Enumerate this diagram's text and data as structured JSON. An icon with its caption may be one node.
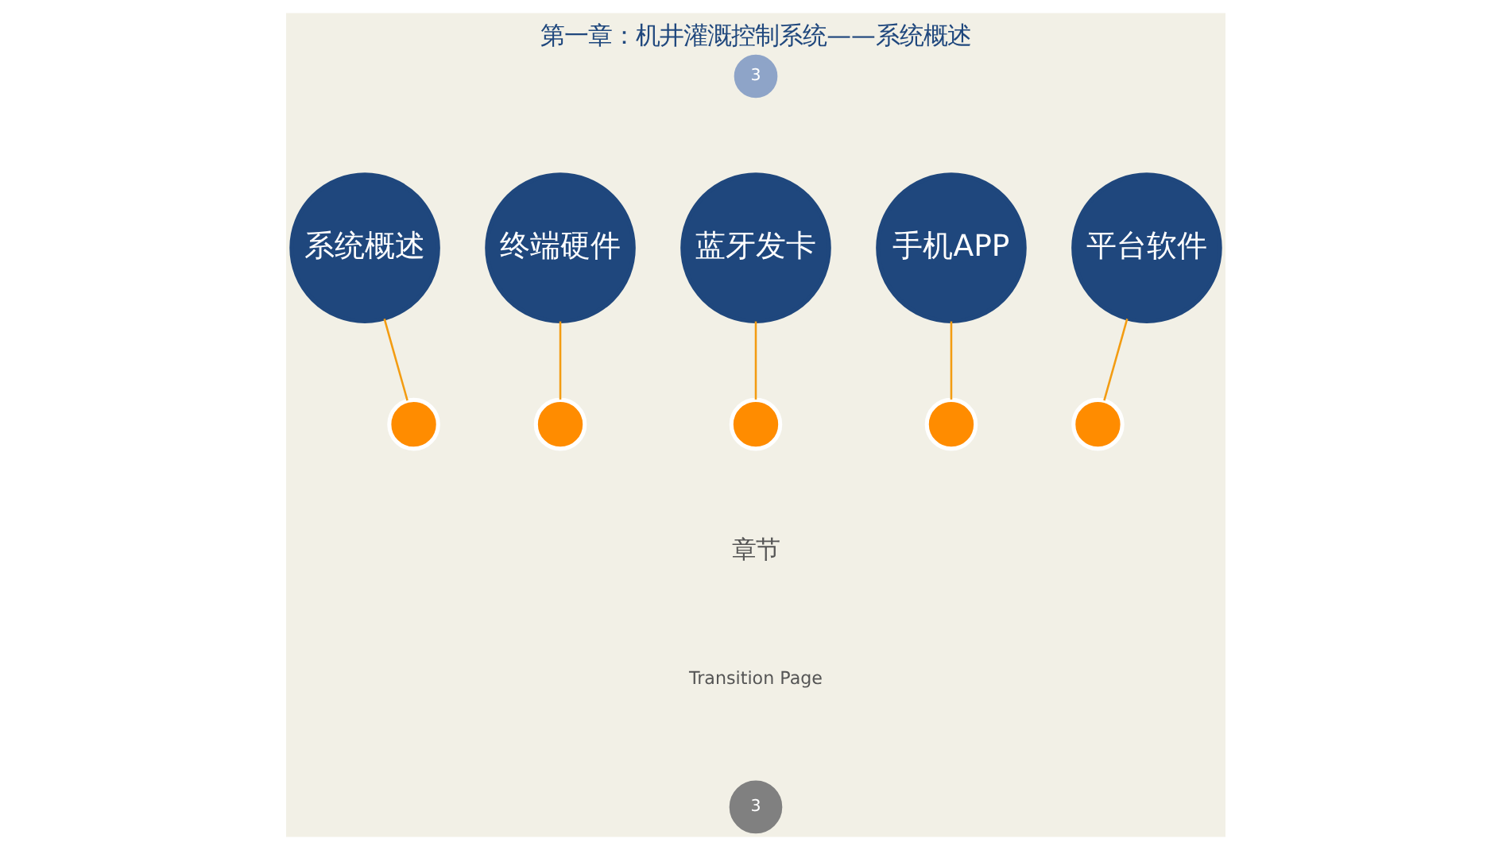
{
  "diagram": {
    "title": "第一章：机井灌溉控制系统——系统概述",
    "nodes": [
      {
        "text": [
          "3"
        ]
      },
      {
        "text": [
          "系统概述"
        ]
      },
      {
        "text": [
          "终端硬件"
        ]
      },
      {
        "text": [
          "蓝牙发卡"
        ]
      },
      {
        "text": [
          "手机APP"
        ]
      },
      {
        "text": [
          "平台软件"
        ]
      },
      {
        "text": [],
        "shape": "circle"
      },
      {
        "text": [],
        "shape": "circle"
      },
      {
        "text": [],
        "shape": "circle"
      },
      {
        "text": [],
        "shape": "circle"
      },
      {
        "text": [],
        "shape": "circle"
      },
      {
        "text": [
          "3"
        ]
      }
    ],
    "edges": [
      {
        "from": 1,
        "to": 6,
        "arrow": "none"
      },
      {
        "from": 2,
        "to": 7,
        "arrow": "none"
      },
      {
        "from": 3,
        "to": 8,
        "arrow": "none"
      },
      {
        "from": 4,
        "to": 9,
        "arrow": "none"
      },
      {
        "from": 5,
        "to": 10,
        "arrow": "none"
      }
    ],
    "labels": [
      "章节",
      "Transition Page"
    ]
  }
}
